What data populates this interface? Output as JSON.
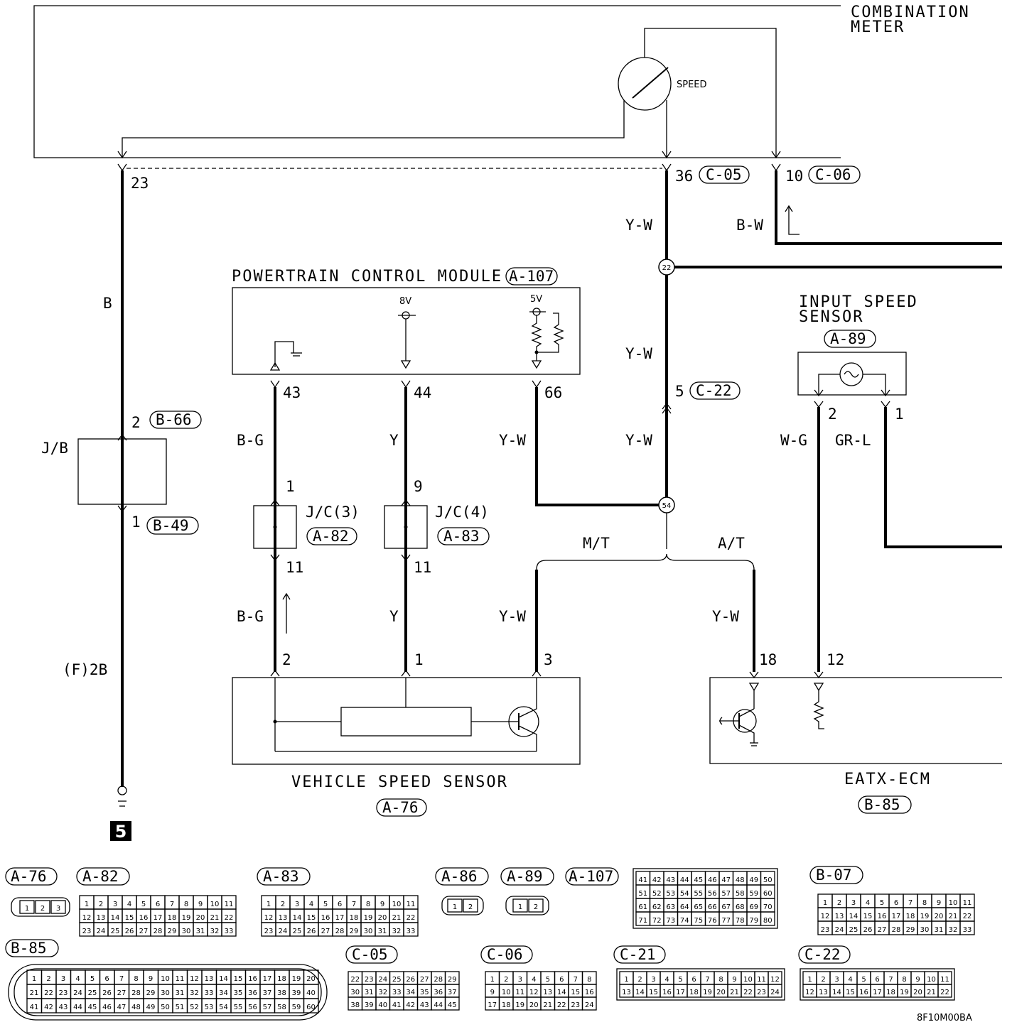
{
  "title_combination_meter": [
    "COMBINATION",
    "METER"
  ],
  "speed_label": "SPEED",
  "pcm_label": "POWERTRAIN CONTROL MODULE",
  "pcm_code": "A-107",
  "voltage_8v": "8V",
  "voltage_5v": "5V",
  "input_speed_sensor": [
    "INPUT SPEED",
    "SENSOR"
  ],
  "iss_code": "A-89",
  "vss_label": "VEHICLE SPEED SENSOR",
  "vss_code": "A-76",
  "eatx_label": "EATX-ECM",
  "eatx_code": "B-85",
  "jb_label": "J/B",
  "jc3_label": "J/C(3)",
  "jc3_code": "A-82",
  "jc4_label": "J/C(4)",
  "jc4_code": "A-83",
  "connector_c05": "C-05",
  "connector_c06": "C-06",
  "connector_c22": "C-22",
  "connector_b66": "B-66",
  "connector_b49": "B-49",
  "pins": {
    "p23": "23",
    "p36": "36",
    "p10": "10",
    "p5": "5",
    "p2_jb": "2",
    "p1_jb": "1",
    "p43": "43",
    "p44": "44",
    "p66": "66",
    "p1_jc3": "1",
    "p9_jc4": "9",
    "p11_jc3": "11",
    "p11_jc4": "11",
    "p2_vss": "2",
    "p1_vss": "1",
    "p3_vss": "3",
    "p2_iss": "2",
    "p1_iss": "1",
    "p18": "18",
    "p12": "12"
  },
  "wire_colors": {
    "b": "B",
    "yw": "Y-W",
    "bw": "B-W",
    "bg": "B-G",
    "y": "Y",
    "wg": "W-G",
    "grl": "GR-L",
    "f2b": "(F)2B"
  },
  "splice_22": "22",
  "splice_54": "54",
  "mt_label": "M/T",
  "at_label": "A/T",
  "ground_number": "5",
  "connector_views": {
    "a76": "A-76",
    "a82": "A-82",
    "a83": "A-83",
    "a86": "A-86",
    "a89": "A-89",
    "a107": "A-107",
    "b07": "B-07",
    "b85": "B-85",
    "c05": "C-05",
    "c06": "C-06",
    "c21": "C-21",
    "c22": "C-22"
  },
  "figure_code": "8F10M00BA"
}
